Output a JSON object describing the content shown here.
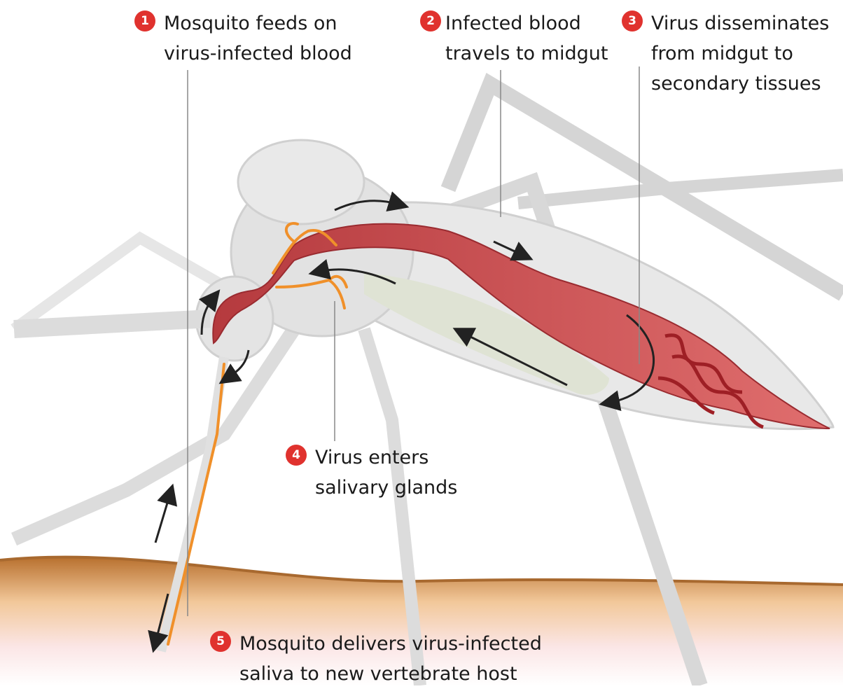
{
  "steps": [
    {
      "number": "1",
      "lines": [
        "Mosquito feeds on",
        "virus-infected blood"
      ]
    },
    {
      "number": "2",
      "lines": [
        "Infected blood",
        "travels to midgut"
      ]
    },
    {
      "number": "3",
      "lines": [
        "Virus disseminates",
        "from midgut to",
        "secondary tissues"
      ]
    },
    {
      "number": "4",
      "lines": [
        "Virus enters",
        "salivary glands"
      ]
    },
    {
      "number": "5",
      "lines": [
        "Mosquito delivers virus-infected",
        "saliva to new vertebrate host"
      ]
    }
  ],
  "colors": {
    "badge": "#e0322e",
    "body": "#d9d9d9",
    "blood": "#c9484b",
    "salivary_gland": "#f0902a",
    "skin": "#c98a4a",
    "arrow": "#222222"
  }
}
